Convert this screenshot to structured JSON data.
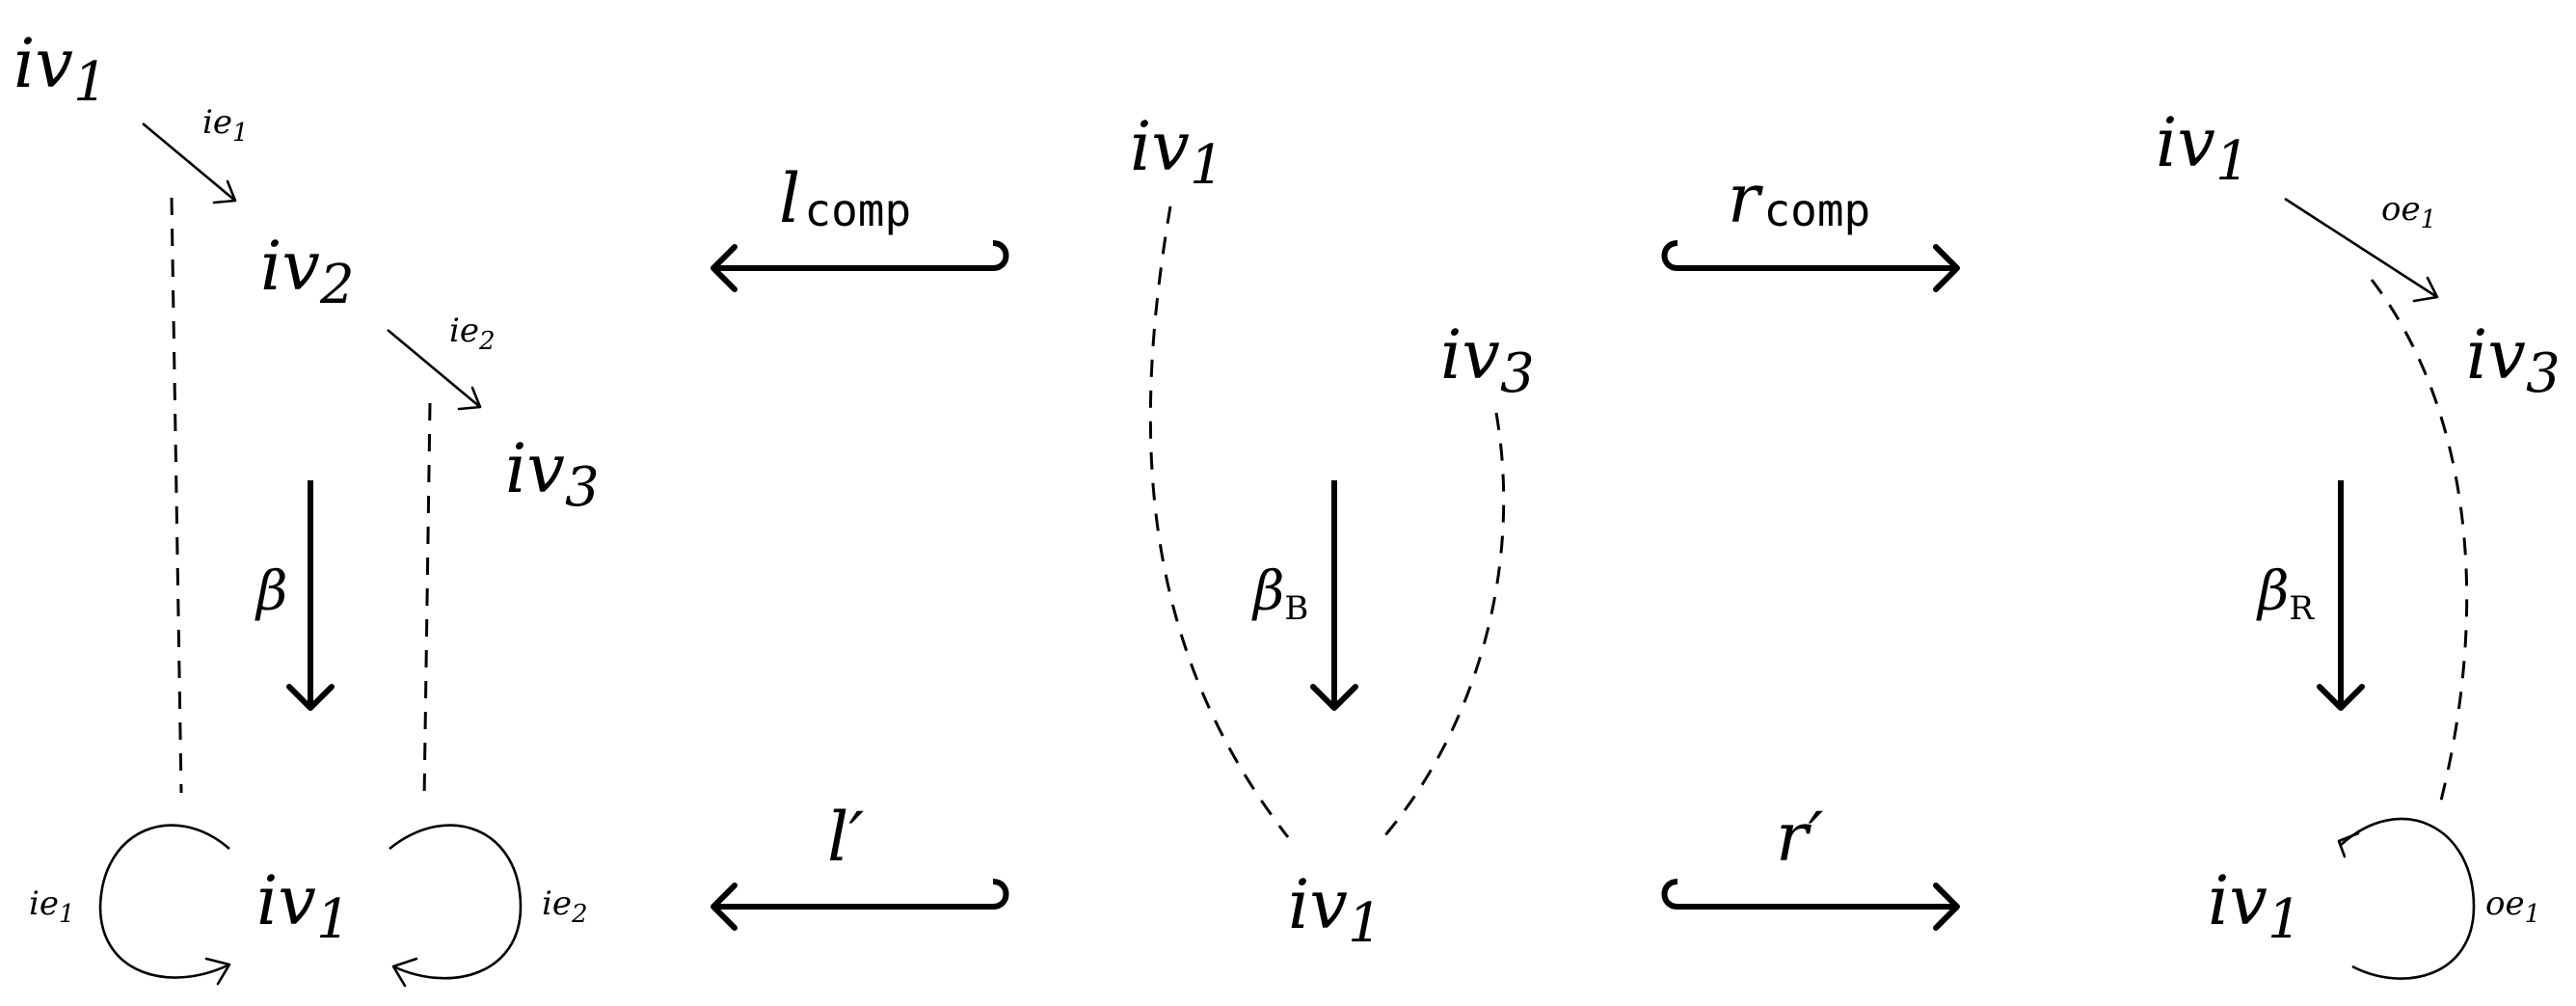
{
  "left_graph": {
    "top_node": {
      "base": "iv",
      "sub": "1"
    },
    "mid_node": {
      "base": "iv",
      "sub": "2"
    },
    "low_node": {
      "base": "iv",
      "sub": "3"
    },
    "edge_1": {
      "base": "ie",
      "sub": "1"
    },
    "edge_2": {
      "base": "ie",
      "sub": "2"
    },
    "bottom_node": {
      "base": "iv",
      "sub": "1"
    },
    "loop_left": {
      "base": "ie",
      "sub": "1"
    },
    "loop_right": {
      "base": "ie",
      "sub": "2"
    },
    "morphism": {
      "base": "β"
    }
  },
  "center_graph": {
    "top_node": {
      "base": "iv",
      "sub": "1"
    },
    "right_node": {
      "base": "iv",
      "sub": "3"
    },
    "bottom_node": {
      "base": "iv",
      "sub": "1"
    },
    "morphism": {
      "base": "β",
      "sub": "B"
    }
  },
  "right_graph": {
    "top_node": {
      "base": "iv",
      "sub": "1"
    },
    "right_node": {
      "base": "iv",
      "sub": "3"
    },
    "edge": {
      "base": "oe",
      "sub": "1"
    },
    "bottom_node": {
      "base": "iv",
      "sub": "1"
    },
    "loop": {
      "base": "oe",
      "sub": "1"
    },
    "morphism": {
      "base": "β",
      "sub": "R"
    }
  },
  "arrows": {
    "l_comp": {
      "base": "l",
      "sub": "comp"
    },
    "r_comp": {
      "base": "r",
      "sub": "comp"
    },
    "l_prime": {
      "base": "l′"
    },
    "r_prime": {
      "base": "r′"
    }
  }
}
